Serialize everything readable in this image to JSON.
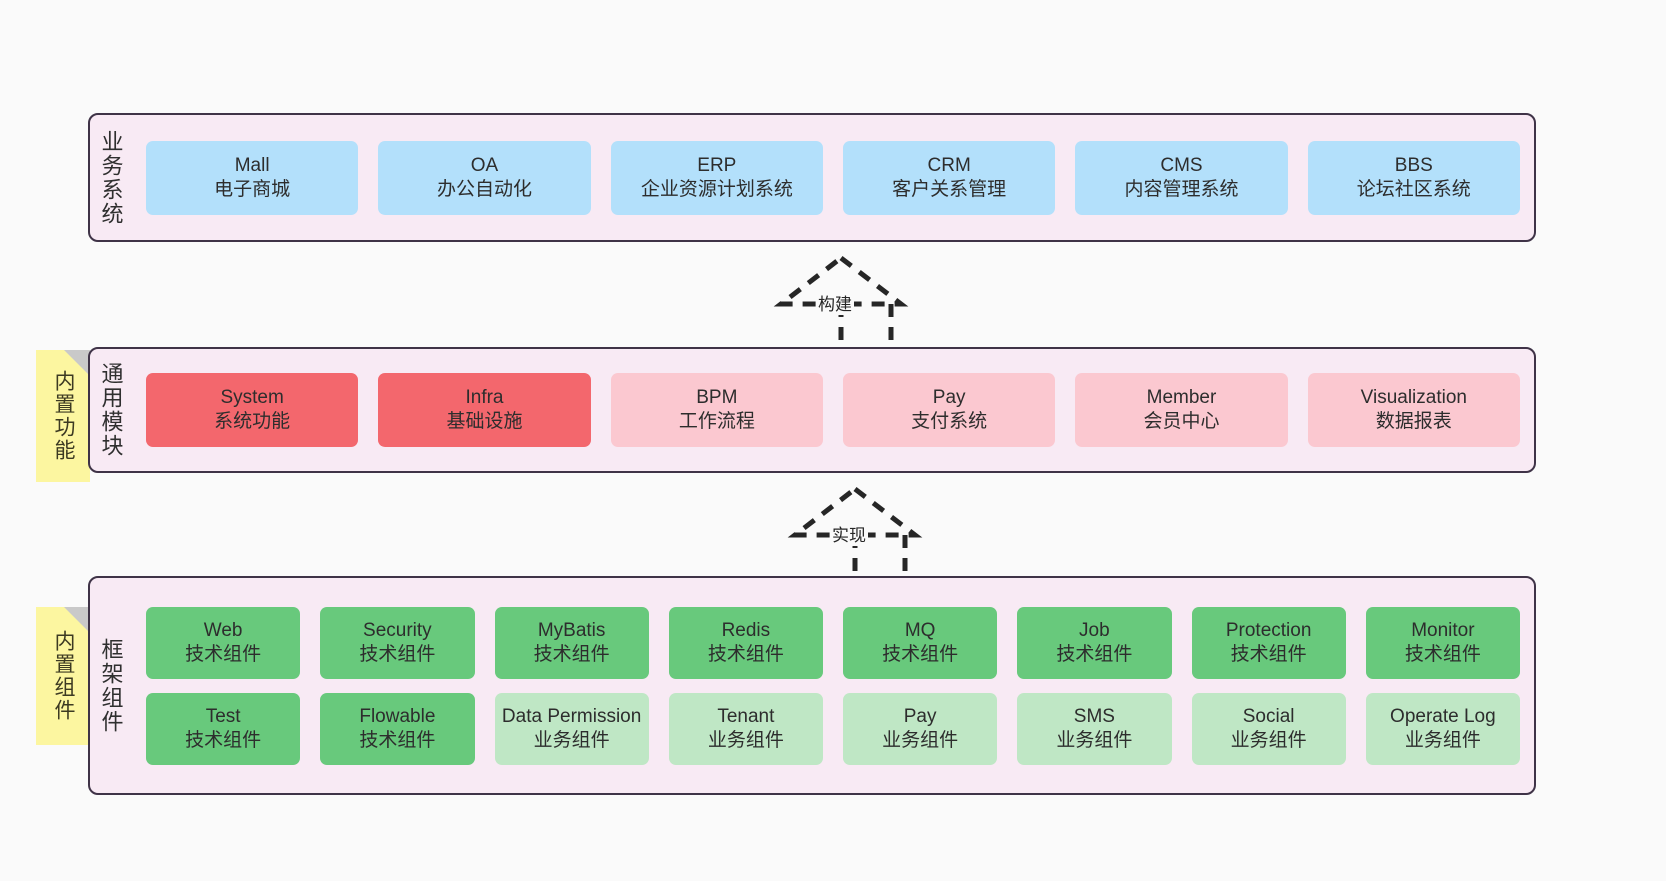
{
  "diagram": {
    "background_color": "#fafafa",
    "panel_color": "#f8eaf4",
    "panel_border_color": "#3f3347",
    "sticky_color": "#fcf6a0"
  },
  "layers": {
    "business": {
      "title": "业务系统",
      "node_color": "#b3e0fb",
      "nodes": [
        {
          "title": "Mall",
          "sub": "电子商城"
        },
        {
          "title": "OA",
          "sub": "办公自动化"
        },
        {
          "title": "ERP",
          "sub": "企业资源计划系统"
        },
        {
          "title": "CRM",
          "sub": "客户关系管理"
        },
        {
          "title": "CMS",
          "sub": "内容管理系统"
        },
        {
          "title": "BBS",
          "sub": "论坛社区系统"
        }
      ]
    },
    "modules": {
      "title": "通用模块",
      "sticky_label": "内置功能",
      "node_color_strong": "#f3676d",
      "node_color_soft": "#fbc8d0",
      "nodes": [
        {
          "title": "System",
          "sub": "系统功能",
          "tone": "red"
        },
        {
          "title": "Infra",
          "sub": "基础设施",
          "tone": "red"
        },
        {
          "title": "BPM",
          "sub": "工作流程",
          "tone": "pink"
        },
        {
          "title": "Pay",
          "sub": "支付系统",
          "tone": "pink"
        },
        {
          "title": "Member",
          "sub": "会员中心",
          "tone": "pink"
        },
        {
          "title": "Visualization",
          "sub": "数据报表",
          "tone": "pink"
        }
      ]
    },
    "framework": {
      "title": "框架组件",
      "sticky_label": "内置组件",
      "node_color_strong": "#68c97c",
      "node_color_soft": "#bfe7c5",
      "row1": [
        {
          "title": "Web",
          "sub": "技术组件",
          "tone": "green"
        },
        {
          "title": "Security",
          "sub": "技术组件",
          "tone": "green"
        },
        {
          "title": "MyBatis",
          "sub": "技术组件",
          "tone": "green"
        },
        {
          "title": "Redis",
          "sub": "技术组件",
          "tone": "green"
        },
        {
          "title": "MQ",
          "sub": "技术组件",
          "tone": "green"
        },
        {
          "title": "Job",
          "sub": "技术组件",
          "tone": "green"
        },
        {
          "title": "Protection",
          "sub": "技术组件",
          "tone": "green"
        },
        {
          "title": "Monitor",
          "sub": "技术组件",
          "tone": "green"
        }
      ],
      "row2": [
        {
          "title": "Test",
          "sub": "技术组件",
          "tone": "green"
        },
        {
          "title": "Flowable",
          "sub": "技术组件",
          "tone": "green"
        },
        {
          "title": "Data Permission",
          "sub": "业务组件",
          "tone": "lightgreen"
        },
        {
          "title": "Tenant",
          "sub": "业务组件",
          "tone": "lightgreen"
        },
        {
          "title": "Pay",
          "sub": "业务组件",
          "tone": "lightgreen"
        },
        {
          "title": "SMS",
          "sub": "业务组件",
          "tone": "lightgreen"
        },
        {
          "title": "Social",
          "sub": "业务组件",
          "tone": "lightgreen"
        },
        {
          "title": "Operate Log",
          "sub": "业务组件",
          "tone": "lightgreen"
        }
      ]
    }
  },
  "connectors": [
    {
      "id": "build",
      "label": "构建",
      "style": "dashed-generalization-up"
    },
    {
      "id": "implement",
      "label": "实现",
      "style": "dashed-generalization-up"
    }
  ]
}
